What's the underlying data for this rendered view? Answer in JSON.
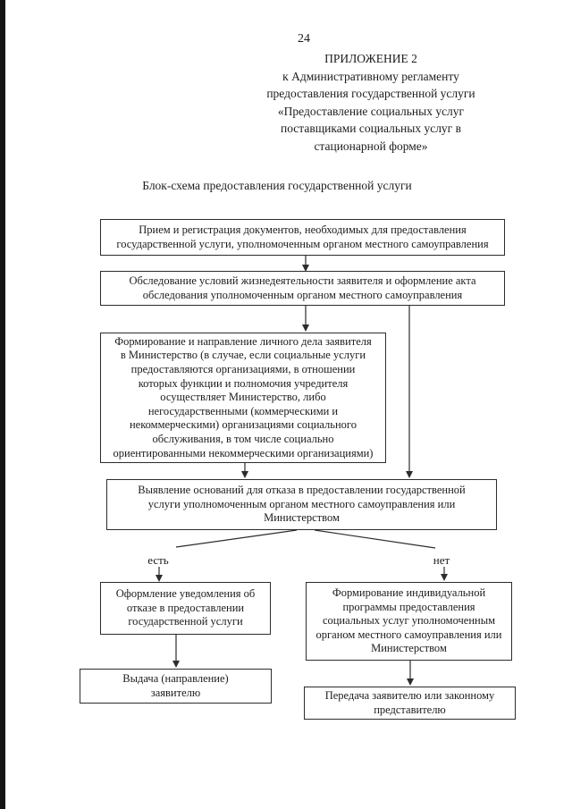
{
  "page": {
    "number": "24",
    "appendix_heading": "ПРИЛОЖЕНИЕ 2\nк Административному регламенту\nпредоставления государственной услуги\n«Предоставление социальных услуг\nпоставщиками социальных услуг в\nстационарной форме»",
    "diagram_title": "Блок-схема предоставления государственной услуги"
  },
  "flowchart": {
    "boxes": {
      "reception": "Прием и регистрация документов, необходимых для предоставления\nгосударственной услуги, уполномоченным органом местного самоуправления",
      "inspection": "Обследование условий жизнедеятельности заявителя и оформление акта\nобследования уполномоченным органом местного самоуправления",
      "case_file": "Формирование и направление личного дела заявителя\nв Министерство (в случае, если социальные услуги\nпредоставляются организациями, в отношении\nкоторых функции и полномочия учредителя\nосуществляет Министерство, либо\nнегосударственными (коммерческими и\nнекоммерческими) организациями социального\nобслуживания, в том числе социально\nориентированными некоммерческими организациями)",
      "grounds_check": "Выявление оснований для отказа в предоставлении государственной\nуслуги уполномоченным органом местного самоуправления или\nМинистерством",
      "refusal_notice": "Оформление уведомления об\nотказе в предоставлении\nгосударственной услуги",
      "issue_to_applicant": "Выдача (направление)\nзаявителю",
      "individual_program": "Формирование индивидуальной\nпрограммы предоставления\nсоциальных услуг уполномоченным\nорганом местного самоуправления или\nМинистерством",
      "transfer_to_applicant": "Передача заявителю или законному\nпредставителю"
    },
    "branch_labels": {
      "yes": "есть",
      "no": "нет"
    },
    "colors": {
      "ink": "#1c1c1c",
      "paper": "#ffffff",
      "line": "#2c2c2c"
    }
  }
}
